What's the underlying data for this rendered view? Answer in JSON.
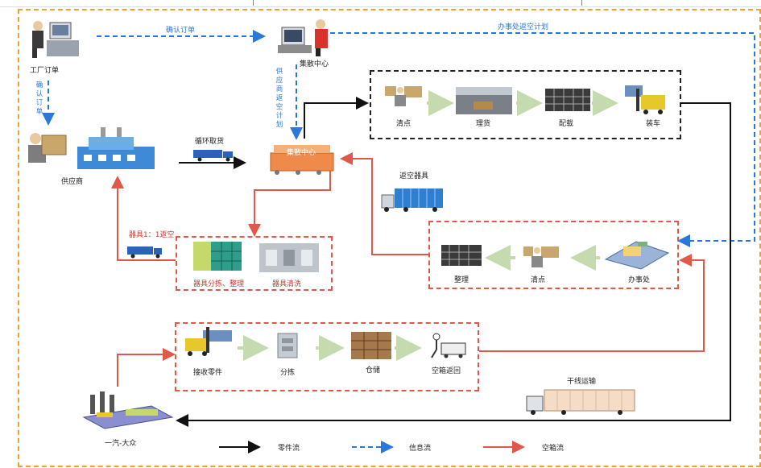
{
  "nodes": {
    "factory_order": "工厂订单",
    "supplier": "供应商",
    "hub_top": "集散中心",
    "hub_mid": "集散中心",
    "office": "办事处",
    "faw_vw": "一汽-大众"
  },
  "edges": {
    "confirm_order_h": "确认订单",
    "confirm_order_v": "确认订单",
    "office_plan": "办事处返空计划",
    "supplier_plan": "供应商返空计划",
    "cycle_pickup": "循环取货",
    "return_empty": "返空器具",
    "ratio": "器具1：1返空",
    "trunk": "干线运输"
  },
  "process_top": [
    "清点",
    "理货",
    "配载",
    "装车"
  ],
  "process_right": [
    "整理",
    "清点",
    "办事处"
  ],
  "process_left": [
    "器具分拣、整理",
    "器具清洗"
  ],
  "process_bottom": [
    "接收零件",
    "分拣",
    "仓储",
    "空箱返回"
  ],
  "legend": {
    "parts_flow": "零件流",
    "info_flow": "信息流",
    "empty_flow": "空箱流"
  },
  "colors": {
    "parts": "#111111",
    "info": "#2a78d8",
    "empty": "#e0584a",
    "border": "#f0a030"
  }
}
